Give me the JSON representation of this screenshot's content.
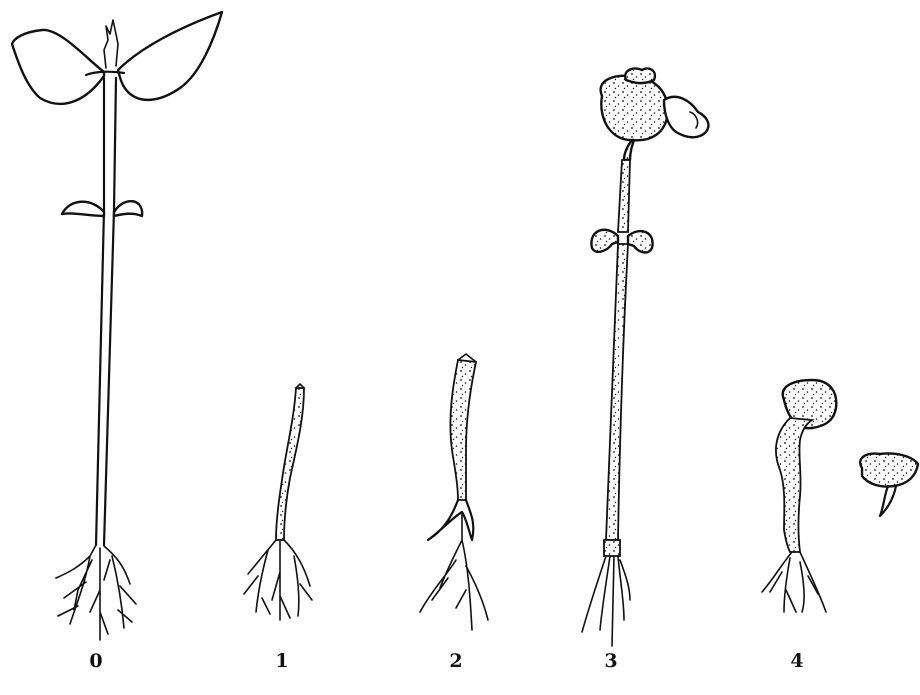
{
  "figure": {
    "labels": [
      "0",
      "1",
      "2",
      "3",
      "4"
    ]
  }
}
